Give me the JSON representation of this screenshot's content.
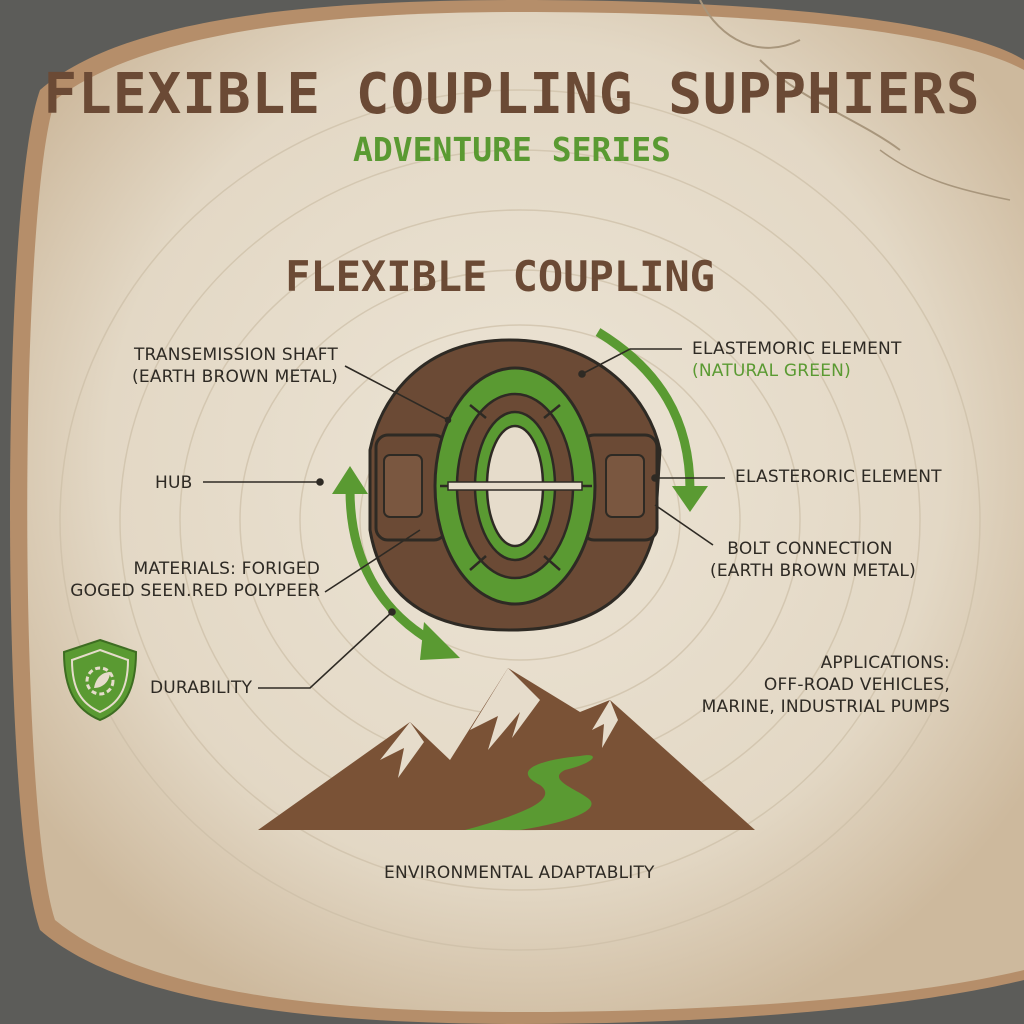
{
  "header": {
    "title": "FLEXIBLE COUPLING SUPPHIERS",
    "subtitle": "ADVENTURE SERIES"
  },
  "diagram": {
    "title": "FLEXIBLE COUPLING"
  },
  "labels": {
    "transmission_shaft": [
      "TRANSEMISSION SHAFT",
      "(EARTH BROWN METAL)"
    ],
    "elastomeric_top": [
      "ELASTEMORIC ELEMENT",
      "(NATURAL GREEN)"
    ],
    "hub": "HUB",
    "elastomeric_right": "ELASTERORIC ELEMENT",
    "materials": [
      "MATERIALS: FORIGED",
      "GOGED SEEN.RED POLYPEER"
    ],
    "bolt_connection": [
      "BOLT CONNECTION",
      "(EARTH BROWN METAL)"
    ],
    "durability": "DURABILITY",
    "applications": [
      "APPLICATIONS:",
      "OFF-ROAD VEHICLES,",
      "MARINE, INDUSTRIAL PUMPS"
    ],
    "environment": "ENVIRONMENTAL ADAPTABLITY"
  },
  "icons": {
    "durability": "shield-gear-leaf-icon",
    "environment": "mountain-road-icon"
  },
  "colors": {
    "brown": "#6b4a35",
    "green": "#5a9a32",
    "wood": "#e6dccb",
    "dark_text": "#2e2a24"
  }
}
